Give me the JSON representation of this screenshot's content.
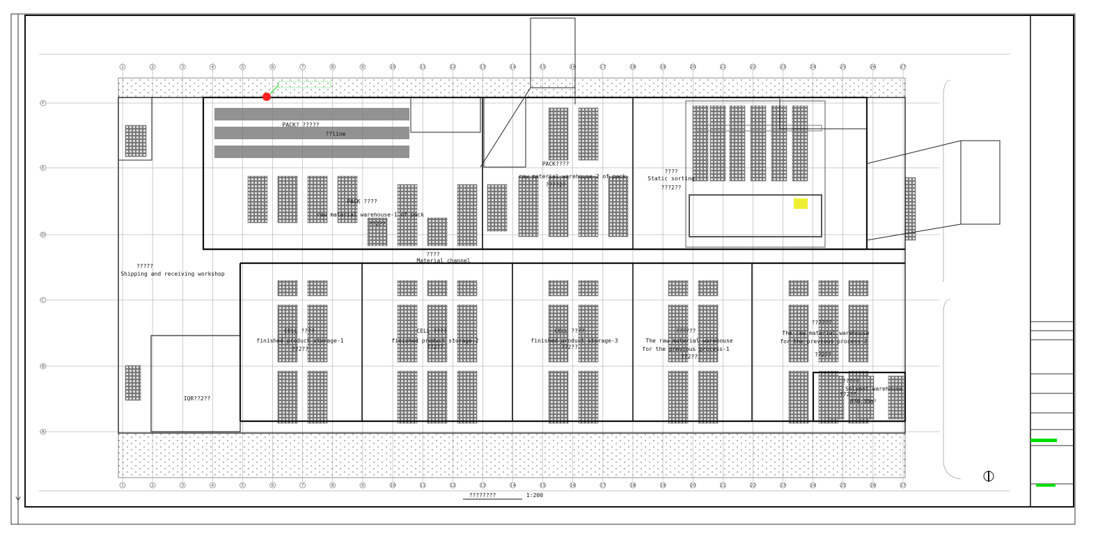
{
  "drawing": {
    "scale_title": "????????",
    "scale": "1:200",
    "colors": {
      "line": "#222222",
      "rack": "#555555",
      "highlight": "#ff2020",
      "annotation": "#00dd00"
    }
  },
  "grid": {
    "rows": [
      "F",
      "E",
      "D",
      "C",
      "B",
      "A"
    ],
    "columns": [
      "1",
      "2",
      "3",
      "4",
      "5",
      "6",
      "7",
      "8",
      "9",
      "10",
      "11",
      "12",
      "13",
      "14",
      "15",
      "16",
      "17",
      "18",
      "19",
      "20",
      "21",
      "22",
      "23",
      "24",
      "25",
      "26",
      "27"
    ]
  },
  "areas": {
    "pack_line": {
      "title": "PACK? ?????",
      "sub": "??line"
    },
    "pack1": {
      "cn": "PACK  ????",
      "en": "raw material warehouse-1 of pack",
      "area": "??2??"
    },
    "pack2": {
      "cn": "PACK????",
      "en": "raw material warehouse-2 of pack",
      "area": "????2?"
    },
    "sorting": {
      "cn": "????",
      "en": "Static sorting",
      "area": "???2??"
    },
    "channel": {
      "cn": "????",
      "en": "Material channel"
    },
    "shipping": {
      "cn": "?????",
      "en": "Shipping and receiving workshop"
    },
    "cell1": {
      "cn": "CELL ????",
      "en": "finished product storage-1",
      "area": "??2??"
    },
    "cell2": {
      "cn": "CELL ????",
      "en": "finished product storage-2",
      "area": "??2??"
    },
    "cell3": {
      "cn": "CELL ????",
      "en": "finished product storage-3",
      "area": "??2??"
    },
    "raw1": {
      "cn": "??????",
      "en1": "The raw material warehouse",
      "en2": "for the previous process-1",
      "area": "??2??"
    },
    "raw2": {
      "cn": "??????",
      "en1": "The raw material warehouse",
      "en2": "for the previous process-2",
      "area": "??2??"
    },
    "solvent": {
      "cn": "?????",
      "en": "Solvent warehouse",
      "area": "??2??",
      "size": "870.35m²"
    },
    "iqr": {
      "label": "IQR??2??"
    }
  }
}
